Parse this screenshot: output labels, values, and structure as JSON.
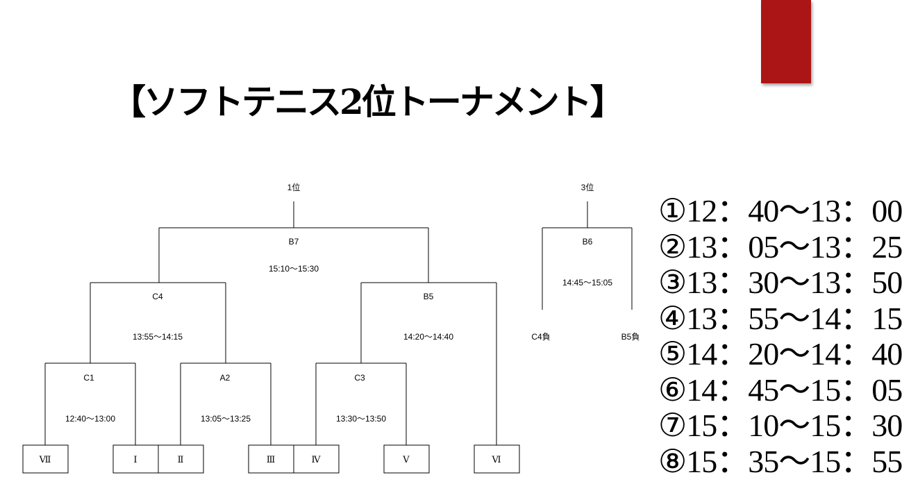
{
  "title": "【ソフトテニス2位トーナメント】",
  "accent_color": "#ab1515",
  "main_bracket": {
    "winner_label": "1位",
    "matches": {
      "final": {
        "code": "B7",
        "time": "15:10～15:30"
      },
      "left_semi": {
        "code": "C4",
        "time": "13:55～14:15"
      },
      "right_semi": {
        "code": "B5",
        "time": "14:20～14:40"
      },
      "r1_left": {
        "code": "C1",
        "time": "12:40～13:00"
      },
      "r1_center": {
        "code": "A2",
        "time": "13:05～13:25"
      },
      "r1_right": {
        "code": "C3",
        "time": "13:30～13:50"
      }
    },
    "teams": [
      "Ⅶ",
      "Ⅰ",
      "Ⅱ",
      "Ⅲ",
      "Ⅳ",
      "Ⅴ",
      "Ⅵ"
    ]
  },
  "third_place": {
    "label": "3位",
    "code": "B6",
    "time": "14:45～15:05",
    "left_entry": "C4負",
    "right_entry": "B5負"
  },
  "schedule": [
    "①12：40～13：00",
    "②13：05～13：25",
    "③13：30～13：50",
    "④13：55～14：15",
    "⑤14：20～14：40",
    "⑥14：45～15：05",
    "⑦15：10～15：30",
    "⑧15：35～15：55"
  ]
}
